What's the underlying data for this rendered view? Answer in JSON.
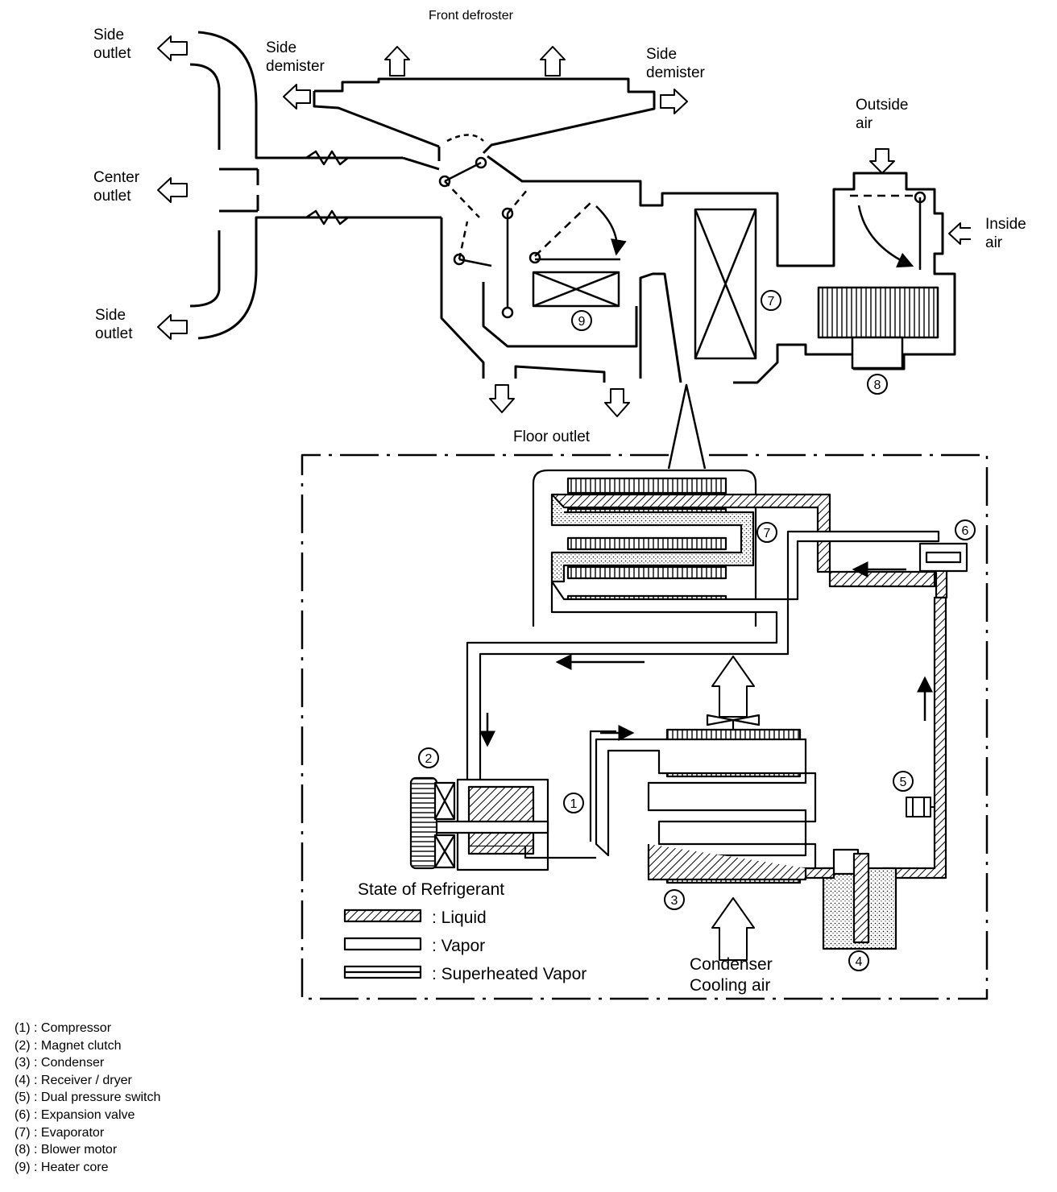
{
  "airflow": {
    "front_defroster": "Front defroster",
    "side_demister_left": "Side\ndemister",
    "side_demister_right": "Side\ndemister",
    "side_outlet_top": "Side\noutlet",
    "center_outlet": "Center\noutlet",
    "side_outlet_bottom": "Side\noutlet",
    "outside_air": "Outside\nair",
    "inside_air": "Inside\nair",
    "floor_outlet": "Floor outlet"
  },
  "markers": {
    "compressor": "1",
    "magnet_clutch": "2",
    "condenser": "3",
    "receiver_dryer": "4",
    "dual_pressure_switch": "5",
    "expansion_valve": "6",
    "evaporator": "7",
    "blower_motor": "8",
    "heater_core": "9"
  },
  "refrigerant_legend": {
    "title": "State of Refrigerant",
    "liquid": ": Liquid",
    "vapor": ": Vapor",
    "superheated": ": Superheated Vapor"
  },
  "condenser_air": "Condenser\nCooling air",
  "parts_list": [
    "(1) : Compressor",
    "(2) : Magnet clutch",
    "(3) : Condenser",
    "(4) : Receiver / dryer",
    "(5) : Dual pressure switch",
    "(6) : Expansion valve",
    "(7) : Evaporator",
    "(8) : Blower motor",
    "(9) : Heater core"
  ]
}
